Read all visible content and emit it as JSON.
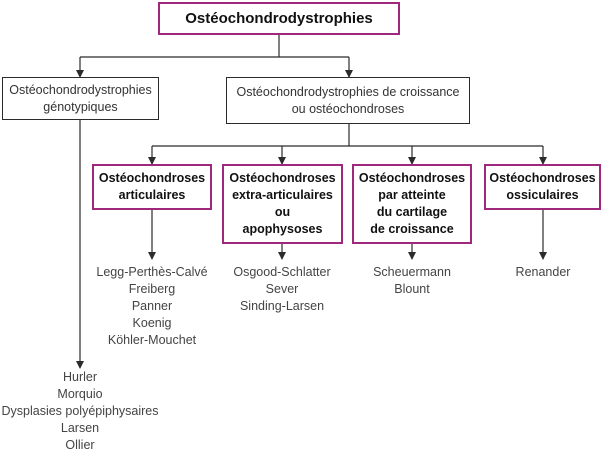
{
  "diagram": {
    "root": "Ostéochondrodystrophies",
    "genotypic": {
      "label": "Ostéochondrodystrophies\ngénotypiques",
      "items": [
        "Hurler",
        "Morquio",
        "Dysplasies polyépiphysaires",
        "Larsen",
        "Ollier"
      ]
    },
    "growth": {
      "label": "Ostéochondrodystrophies de croissance\nou ostéochondroses"
    },
    "categories": [
      {
        "label": "Ostéochondroses\narticulaires",
        "items": [
          "Legg-Perthès-Calvé",
          "Freiberg",
          "Panner",
          "Koenig",
          "Köhler-Mouchet"
        ]
      },
      {
        "label": "Ostéochondroses\nextra-articulaires\nou\napophysoses",
        "items": [
          "Osgood-Schlatter",
          "Sever",
          "Sinding-Larsen"
        ]
      },
      {
        "label": "Ostéochondroses\npar atteinte\ndu cartilage\nde croissance",
        "items": [
          "Scheuermann",
          "Blount"
        ]
      },
      {
        "label": "Ostéochondroses\nossiculaires",
        "items": [
          "Renander"
        ]
      }
    ],
    "colors": {
      "accent": "#a0287c",
      "line": "#2b2b2b"
    }
  }
}
